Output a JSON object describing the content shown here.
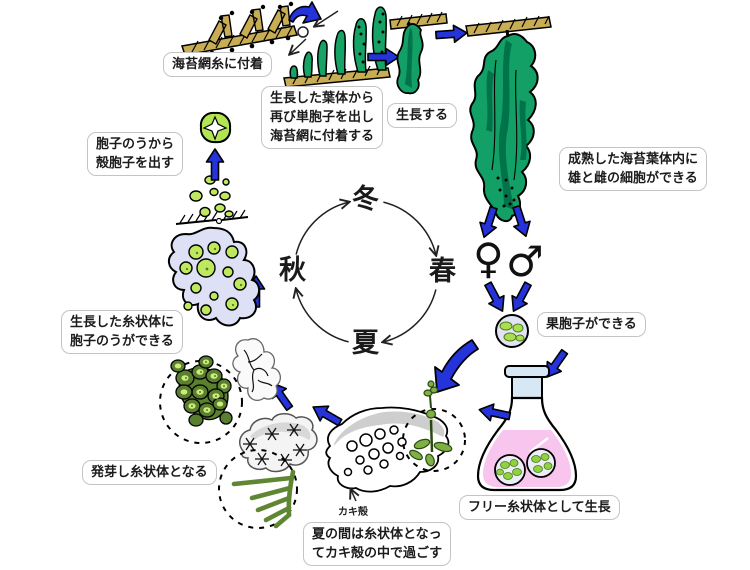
{
  "diagram": {
    "seasons": {
      "winter": "冬",
      "spring": "春",
      "summer": "夏",
      "autumn": "秋"
    },
    "symbols": {
      "female": "♀",
      "male": "♂"
    },
    "labels": {
      "attach_net": "海苔網糸に付着",
      "regrow_1": "生長した葉体から",
      "regrow_2": "再び単胞子を出し",
      "regrow_3": "海苔網に付着する",
      "grow": "生長する",
      "mature_1": "成熟した海苔葉体内に",
      "mature_2": "雄と雌の細胞ができる",
      "carpospore": "果胞子ができる",
      "free_filament": "フリー糸状体として生長",
      "oyster_shell": "カキ殻",
      "summer_1": "夏の間は糸状体となっ",
      "summer_2": "てカキ殻の中で過ごす",
      "germinate": "発芽し糸状体となる",
      "sporangium_1": "生長した糸状体に",
      "sporangium_2": "胞子のうができる",
      "conchospore_1": "胞子のうから",
      "conchospore_2": "殻胞子を出す"
    },
    "colors": {
      "arrow_blue": "#2433DA",
      "nori_green": "#12A066",
      "nori_dark_green": "#00734B",
      "rope_tan": "#C9AD55",
      "spore_green": "#BEE95E",
      "filament_olive": "#5A7F2F",
      "flask_liquid_pink": "#F8C5EE",
      "cell_lavender": "#DEE0F5"
    }
  }
}
